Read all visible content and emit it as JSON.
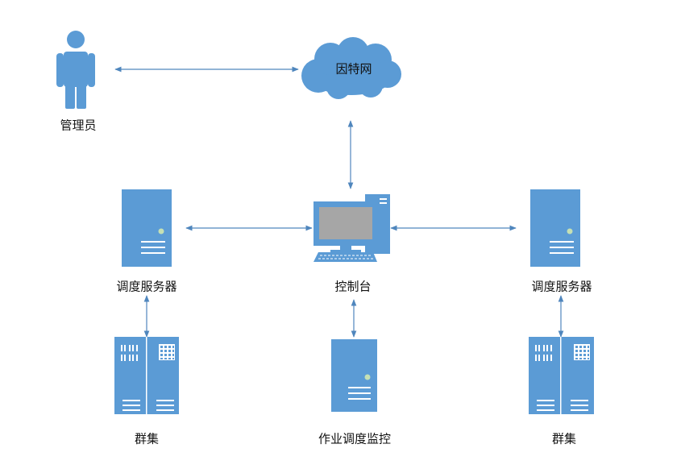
{
  "nodes": {
    "admin": {
      "label": "管理员"
    },
    "internet": {
      "label": "因特网"
    },
    "console": {
      "label": "控制台"
    },
    "scheduler_left": {
      "label": "调度服务器"
    },
    "scheduler_right": {
      "label": "调度服务器"
    },
    "cluster_left": {
      "label": "群集"
    },
    "cluster_right": {
      "label": "群集"
    },
    "job_monitor": {
      "label": "作业调度监控"
    }
  },
  "colors": {
    "primary": "#5b9bd5",
    "dark": "#4a86c0",
    "screen": "#a6a6a6",
    "led": "#c5e0b4",
    "line": "#4f86bd"
  }
}
